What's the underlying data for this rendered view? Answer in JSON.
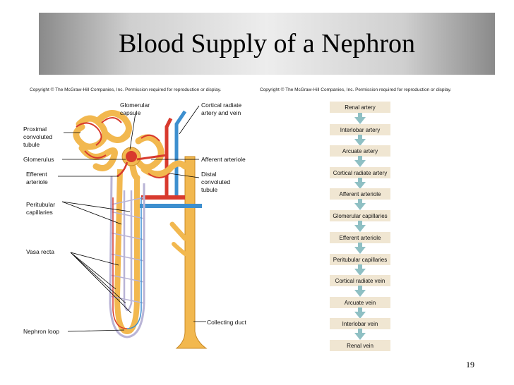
{
  "slide": {
    "title": "Blood Supply of a Nephron",
    "copyright_left": "Copyright © The McGraw-Hill Companies, Inc. Permission required for reproduction or display.",
    "copyright_right": "Copyright © The McGraw-Hill Companies, Inc. Permission required for reproduction or display.",
    "page_number": "19"
  },
  "labels": {
    "glomerular_capsule": "Glomerular capsule",
    "cortical_radiate": "Cortical radiate artery and vein",
    "proximal_tubule": "Proximal convoluted tubule",
    "glomerulus": "Glomerulus",
    "afferent_arteriole": "Afferent arteriole",
    "efferent_arteriole": "Efferent arteriole",
    "distal_tubule": "Distal convoluted tubule",
    "peritubular_capillaries": "Peritubular capillaries",
    "vasa_recta": "Vasa recta",
    "collecting_duct": "Collecting duct",
    "nephron_loop": "Nephron loop"
  },
  "flowchart": [
    "Renal artery",
    "Interlobar artery",
    "Arcuate artery",
    "Cortical radiate artery",
    "Afferent arteriole",
    "Glomerular capillaries",
    "Efferent arteriole",
    "Peritubular capillaries",
    "Cortical radiate vein",
    "Arcuate vein",
    "Interlobar vein",
    "Renal vein"
  ],
  "colors": {
    "tubule": "#f2b84f",
    "artery": "#d83a2e",
    "vein": "#3d8fcf",
    "capillary": "#b9b4d6",
    "flow_box": "#f0e6d2",
    "flow_arrow": "#8fc0c4"
  }
}
